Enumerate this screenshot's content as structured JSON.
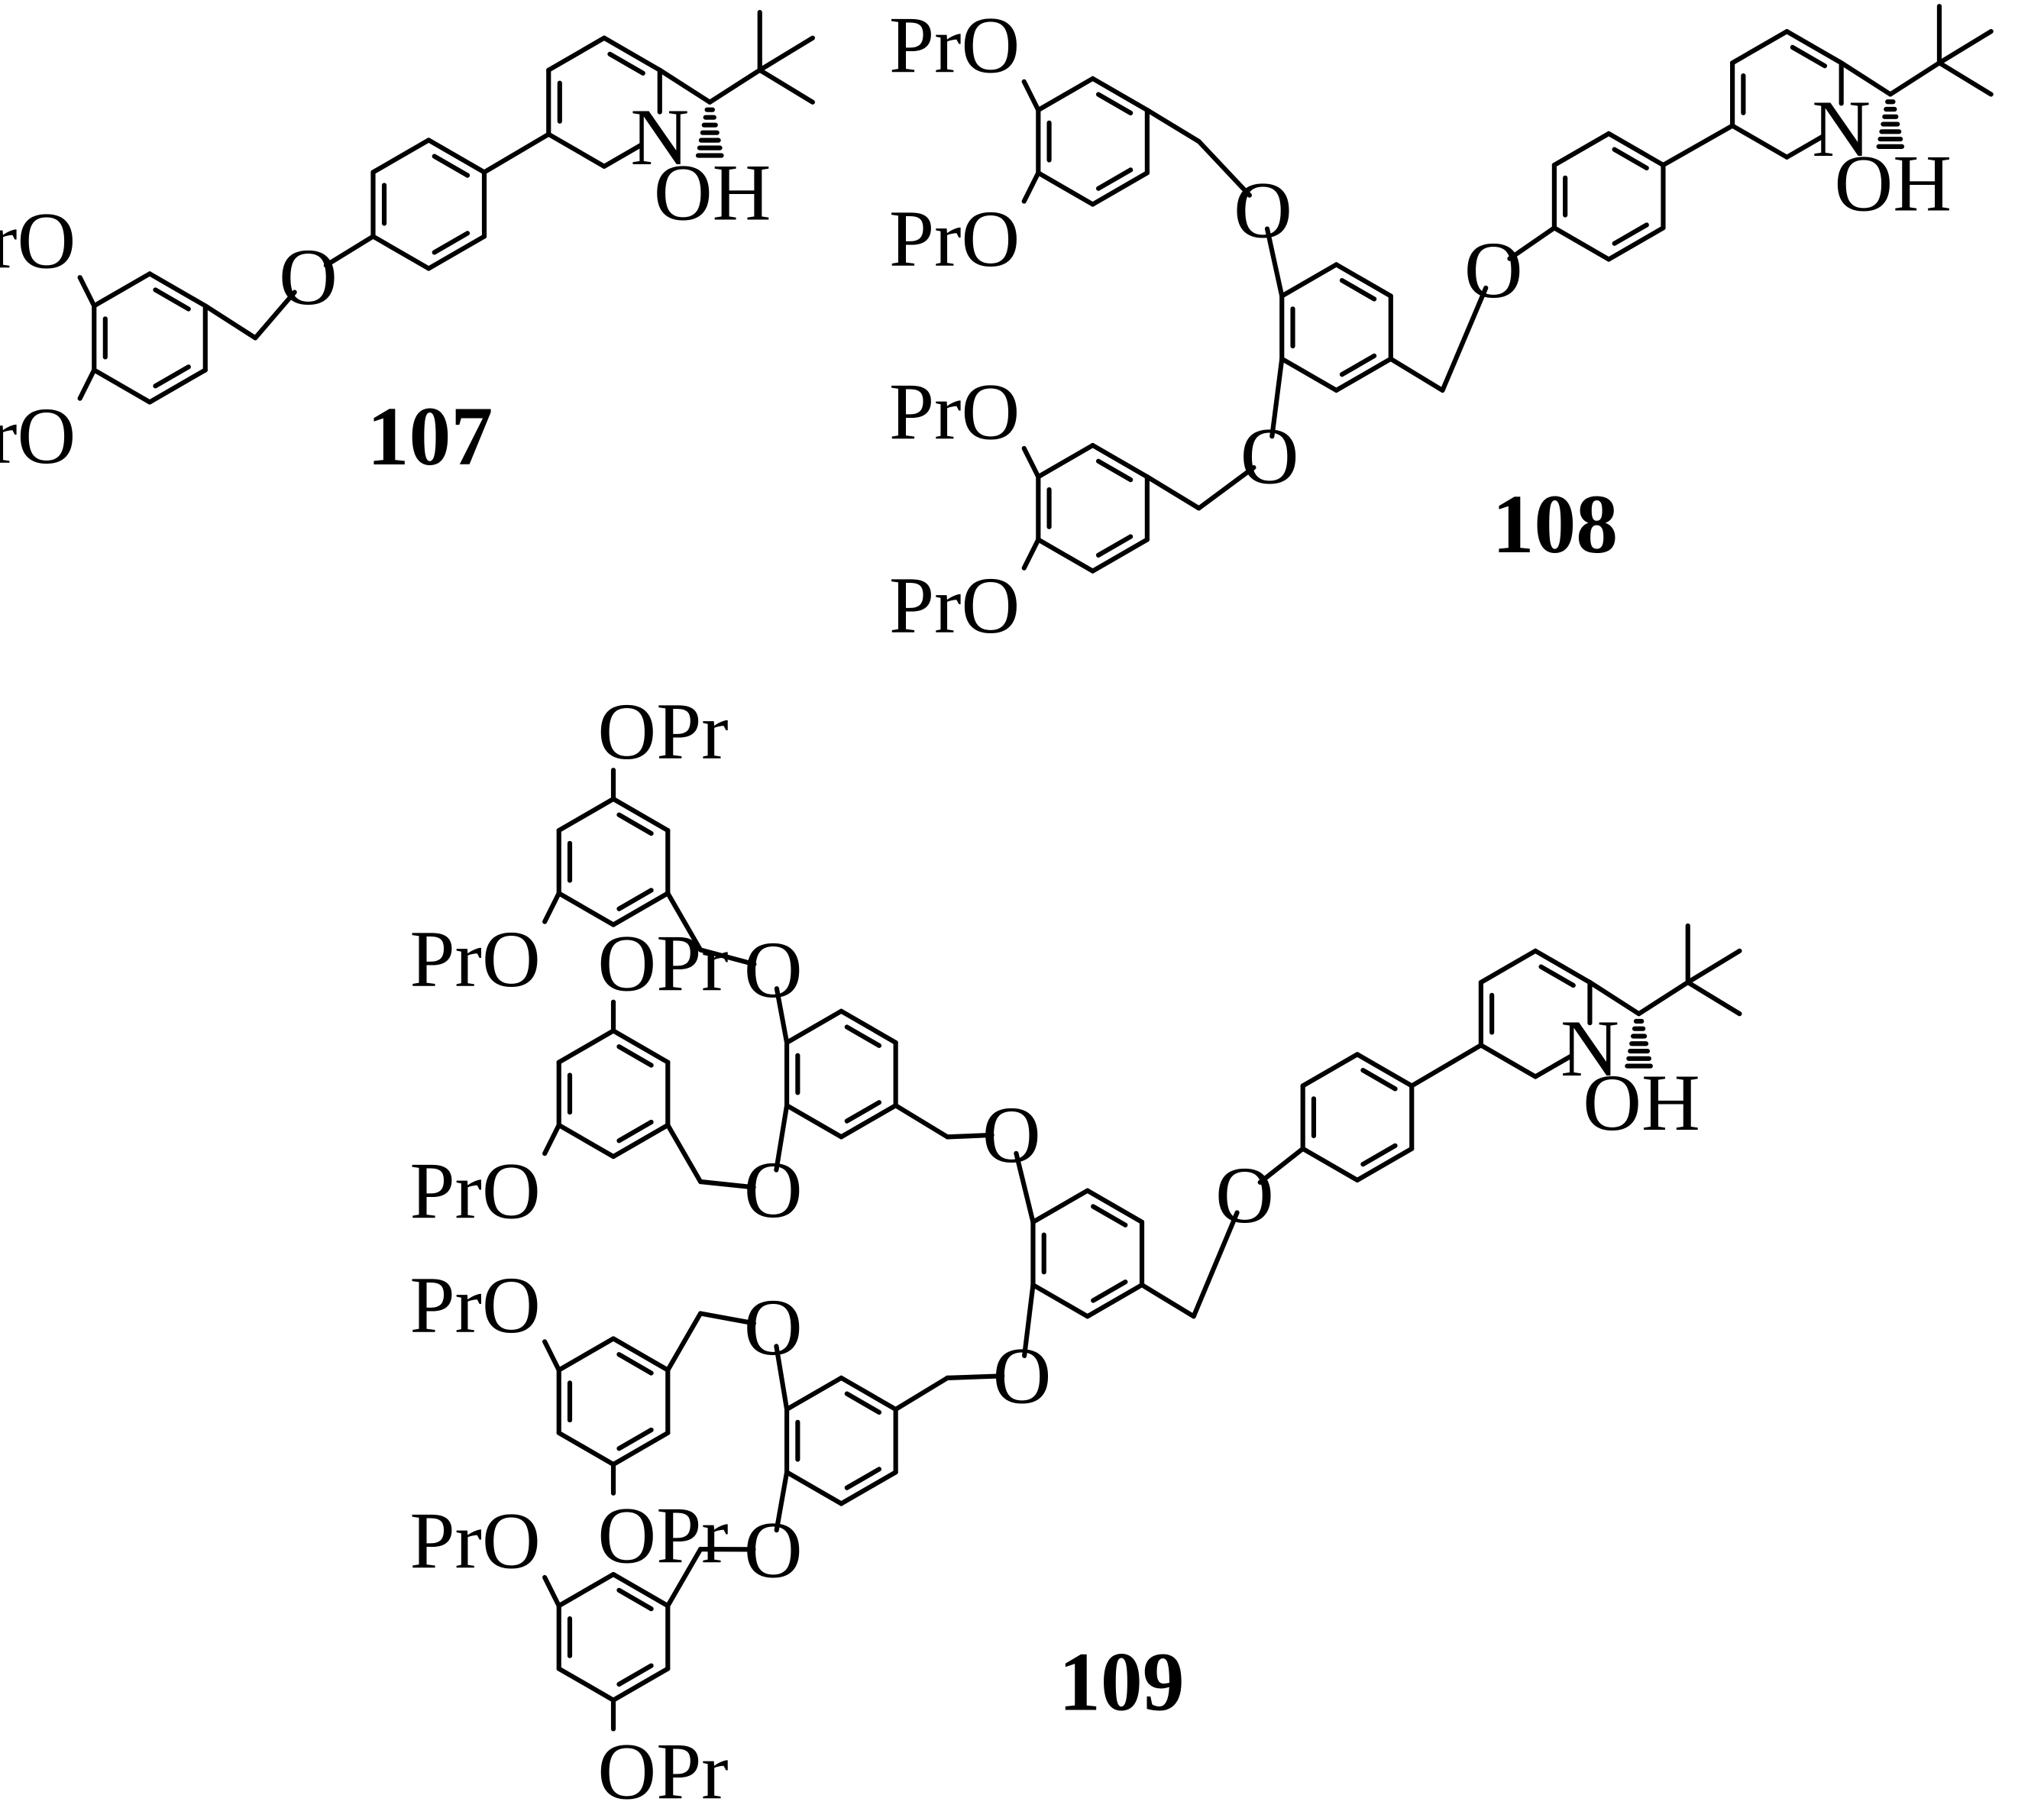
{
  "compounds": [
    {
      "label": "107",
      "substituent_labels": [
        "PrO",
        "PrO",
        "O",
        "N",
        "OH"
      ]
    },
    {
      "label": "108",
      "substituent_labels": [
        "PrO",
        "PrO",
        "PrO",
        "PrO",
        "O",
        "O",
        "O",
        "N",
        "OH"
      ]
    },
    {
      "label": "109",
      "substituent_labels": [
        "OPr",
        "PrO",
        "OPr",
        "PrO",
        "PrO",
        "OPr",
        "PrO",
        "OPr",
        "O",
        "O",
        "O",
        "O",
        "O",
        "O",
        "O",
        "N",
        "OH"
      ]
    }
  ]
}
